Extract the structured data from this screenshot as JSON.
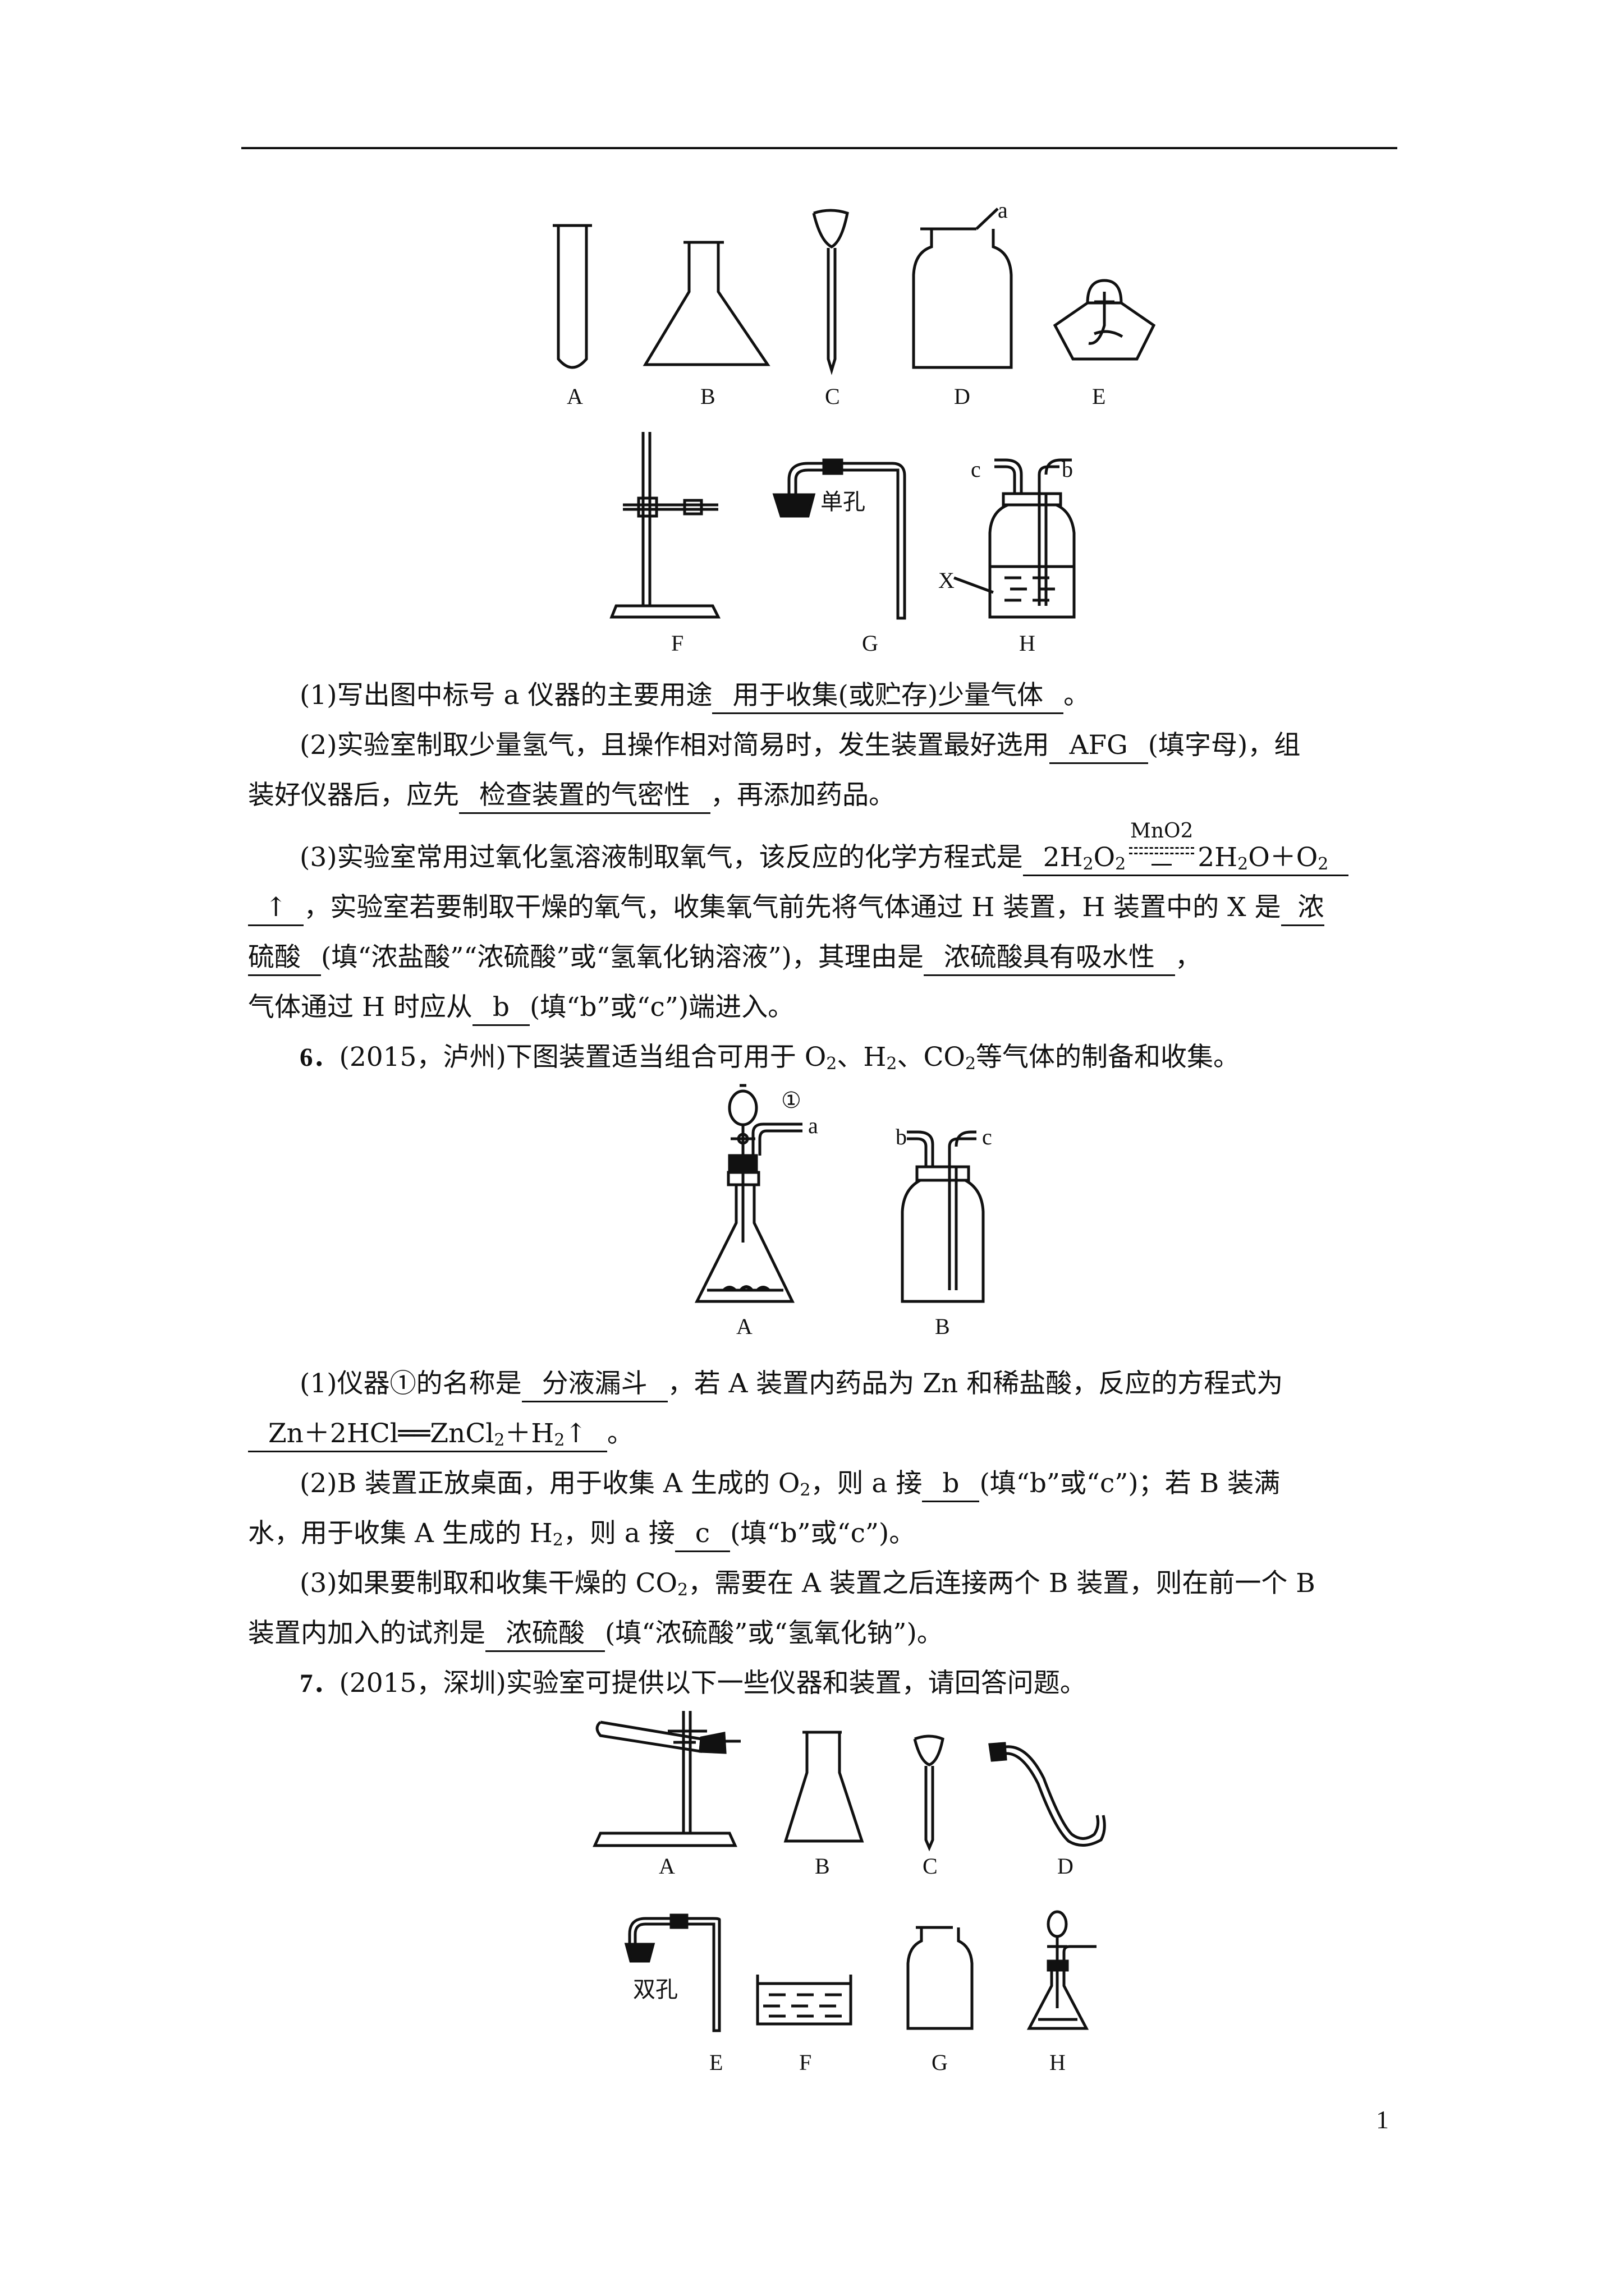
{
  "figure1": {
    "labels": [
      "A",
      "B",
      "C",
      "D",
      "E",
      "F",
      "G",
      "H"
    ],
    "mark_a": "a",
    "single_hole": "单孔",
    "h_c": "c",
    "h_b": "b",
    "h_x": "X"
  },
  "q5": {
    "p1_pre": "(1)写出图中标号 a 仪器的主要用途",
    "p1_ans": "用于收集(或贮存)少量气体",
    "p1_post": "。",
    "p2_pre": "(2)实验室制取少量氢气，且操作相对简易时，发生装置最好选用",
    "p2_ans1": "AFG",
    "p2_mid": "(填字母)，组",
    "p2b_pre": "装好仪器后，应先",
    "p2_ans2": "检查装置的气密性",
    "p2b_post": "，再添加药品。",
    "p3_pre": "(3)实验室常用过氧化氢溶液制取氧气，该反应的化学方程式是",
    "p3_condition": "MnO2",
    "p3b_post": "，实验室若要制取干燥的氧气，收集氧气前先将气体通过 H 装置，H 装置中的 X 是",
    "p3_ans_x1": "浓",
    "p3c_ans_x2": "硫酸",
    "p3c_mid": "(填“浓盐酸”“浓硫酸”或“氢氧化钠溶液”)，其理由是",
    "p3c_ans_reason": "浓硫酸具有吸水性",
    "p3c_post": "，",
    "p3d_pre": "气体通过 H 时应从",
    "p3d_ans": "b",
    "p3d_post": "(填“b”或“c”)端进入。"
  },
  "q6": {
    "num": "6．",
    "intro_pre": "(2015，泸州)下图装置适当组合可用于 O",
    "intro_sep1": "、H",
    "intro_sep2": "、CO",
    "intro_post": "等气体的制备和收集。",
    "fig_circle": "①",
    "fig_a": "a",
    "fig_b": "b",
    "fig_c": "c",
    "fig_A": "A",
    "fig_B": "B",
    "p1_pre": "(1)仪器①的名称是",
    "p1_ans": "分液漏斗",
    "p1_post": "，若 A 装置内药品为 Zn 和稀盐酸，反应的方程式为",
    "p1b_post": "。",
    "p2_pre": "(2)B 装置正放桌面，用于收集 A 生成的 O",
    "p2_mid1": "，则 a 接",
    "p2_ans1": "b",
    "p2_post1": "(填“b”或“c”)；若 B 装满",
    "p2b_pre": "水，用于收集 A 生成的 H",
    "p2b_mid": "，则 a 接",
    "p2_ans2": "c",
    "p2b_post": "(填“b”或“c”)。",
    "p3_pre": "(3)如果要制取和收集干燥的 CO",
    "p3_post": "，需要在 A 装置之后连接两个 B 装置，则在前一个 B",
    "p3b_pre": "装置内加入的试剂是",
    "p3_ans": "浓硫酸",
    "p3b_post": "(填“浓硫酸”或“氢氧化钠”)。"
  },
  "q7": {
    "num": "7．",
    "intro": "(2015，深圳)实验室可提供以下一些仪器和装置，请回答问题。",
    "labels": [
      "A",
      "B",
      "C",
      "D",
      "E",
      "F",
      "G",
      "H"
    ],
    "double_hole": "双孔"
  },
  "page_number": "1"
}
